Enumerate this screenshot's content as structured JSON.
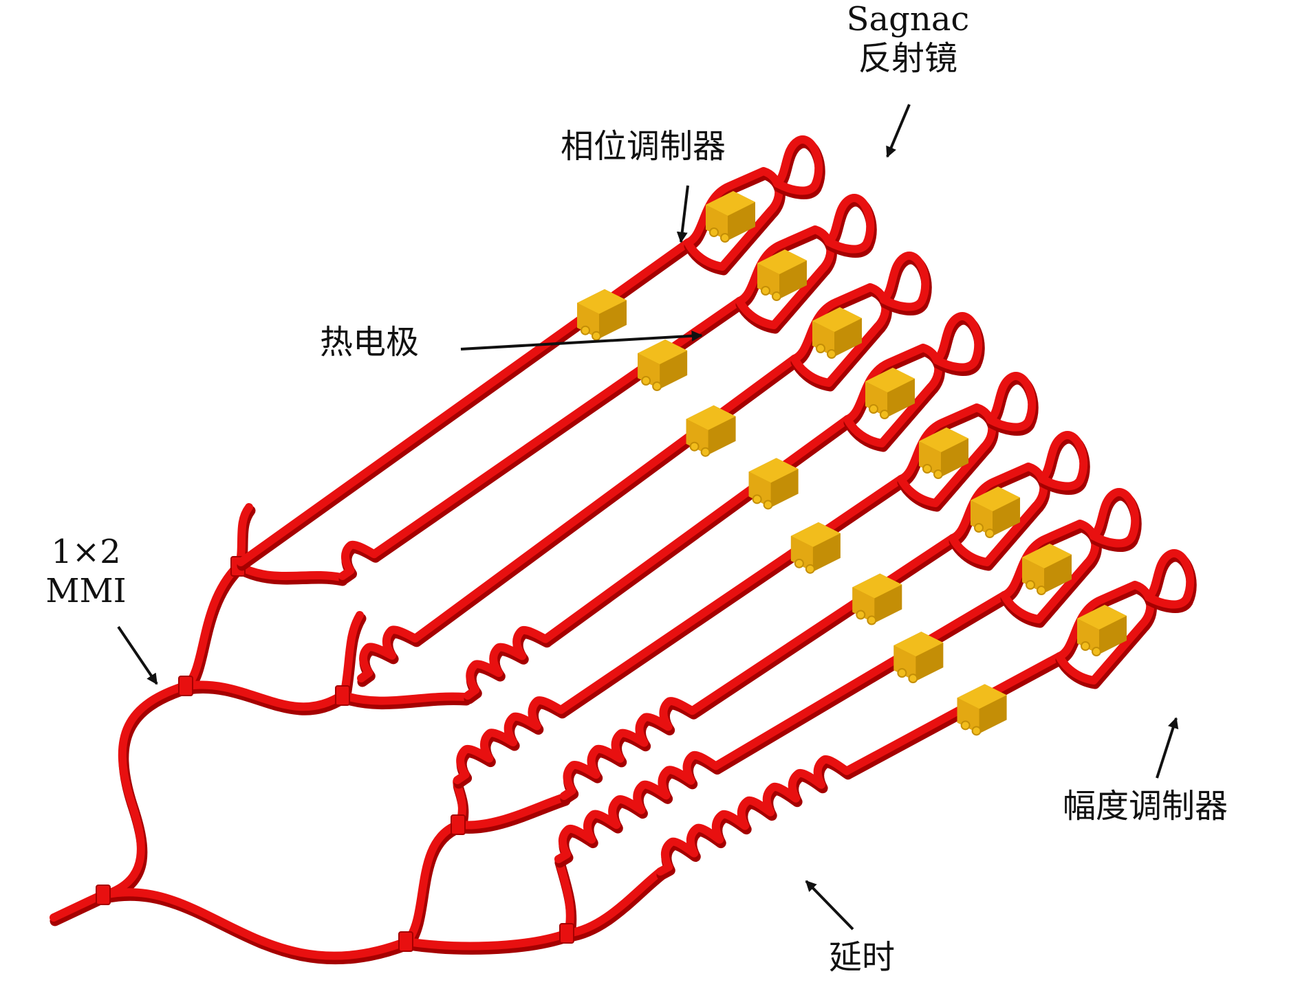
{
  "labels": {
    "sagnac_line1": "Sagnac",
    "sagnac_line2": "反射镜",
    "phase_modulator": "相位调制器",
    "thermal_electrode": "热电极",
    "mmi_line1": "1×2",
    "mmi_line2": "MMI",
    "amplitude_modulator": "幅度调制器",
    "delay": "延时"
  },
  "colors": {
    "waveguide": "#e81010",
    "waveguide_shadow": "#a50000",
    "electrode": "#f2bd1c",
    "electrode_shadow": "#c48e06",
    "arrow": "#111111",
    "background": "#ffffff"
  },
  "diagram": {
    "arm_count": 8,
    "wiggle_counts": [
      0,
      1,
      2,
      3,
      4,
      5,
      6,
      7
    ]
  }
}
